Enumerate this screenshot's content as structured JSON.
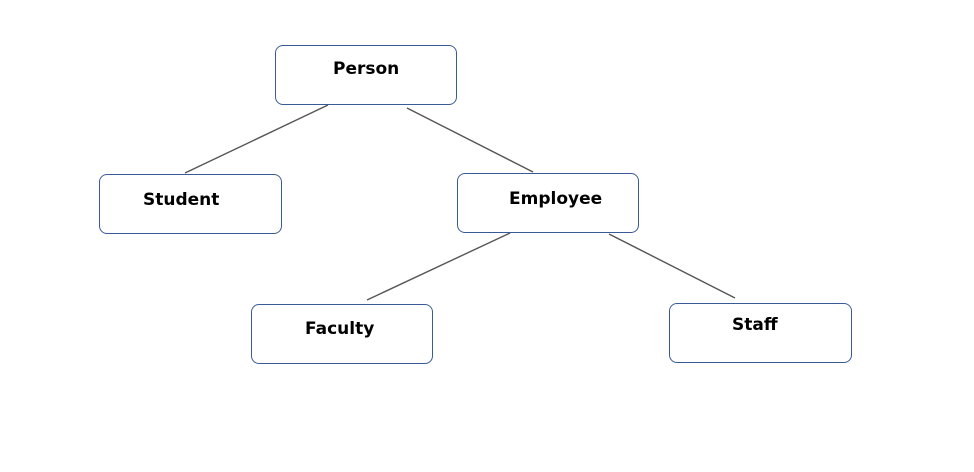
{
  "diagram": {
    "nodes": {
      "person": {
        "label": "Person"
      },
      "student": {
        "label": "Student"
      },
      "employee": {
        "label": "Employee"
      },
      "faculty": {
        "label": "Faculty"
      },
      "staff": {
        "label": "Staff"
      }
    },
    "edges": [
      {
        "from": "Person",
        "to": "Student"
      },
      {
        "from": "Person",
        "to": "Employee"
      },
      {
        "from": "Employee",
        "to": "Faculty"
      },
      {
        "from": "Employee",
        "to": "Staff"
      }
    ],
    "colors": {
      "node_border": "#3a5a97",
      "connector": "#555555",
      "text": "#000000",
      "background": "#ffffff"
    }
  }
}
